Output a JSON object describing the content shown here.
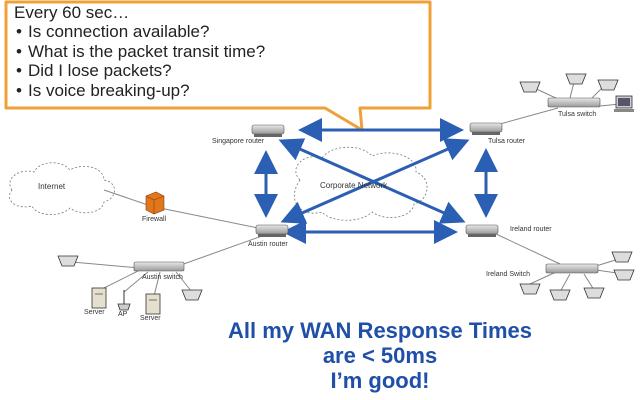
{
  "callout": {
    "title": "Every 60 sec…",
    "items": [
      "Is connection available?",
      "What is the packet transit time?",
      "Did I lose packets?",
      "Is voice breaking-up?"
    ]
  },
  "nodes": {
    "singapore_router": "Singapore router",
    "tulsa_router": "Tulsa router",
    "tulsa_switch": "Tulsa switch",
    "austin_router": "Austin router",
    "ireland_router": "Ireland router",
    "ireland_switch": "Ireland Switch",
    "austin_switch": "Austin switch",
    "firewall": "Firewall",
    "internet": "Internet",
    "corporate_network": "Corporate Network",
    "server_left": "Server",
    "ap": "AP",
    "server_right": "Server"
  },
  "message": {
    "line1": "All my WAN Response Times",
    "line2": "are < 50ms",
    "line3": "I’m good!"
  },
  "colors": {
    "callout_border": "#f0a038",
    "arrow": "#2b5fb3",
    "message": "#1f4fa8"
  }
}
